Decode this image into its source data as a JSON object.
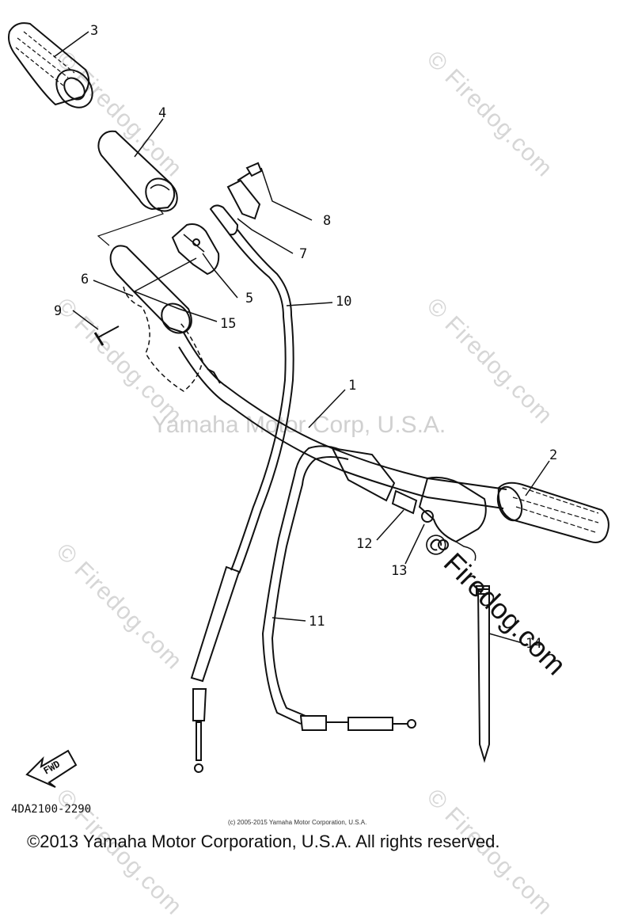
{
  "watermarks": {
    "site": "© Firedog.com",
    "center": "Yamaha Motor Corp, U.S.A."
  },
  "part_numbers": [
    "1",
    "2",
    "3",
    "4",
    "5",
    "6",
    "7",
    "8",
    "9",
    "10",
    "11",
    "12",
    "13",
    "14",
    "15"
  ],
  "arrow_label": "FWD",
  "diagram_code": "4DA2100-2290",
  "small_copyright": "(c) 2005-2015 Yamaha Motor Corporation, U.S.A.",
  "copyright": "©2013 Yamaha Motor Corporation, U.S.A. All rights reserved."
}
